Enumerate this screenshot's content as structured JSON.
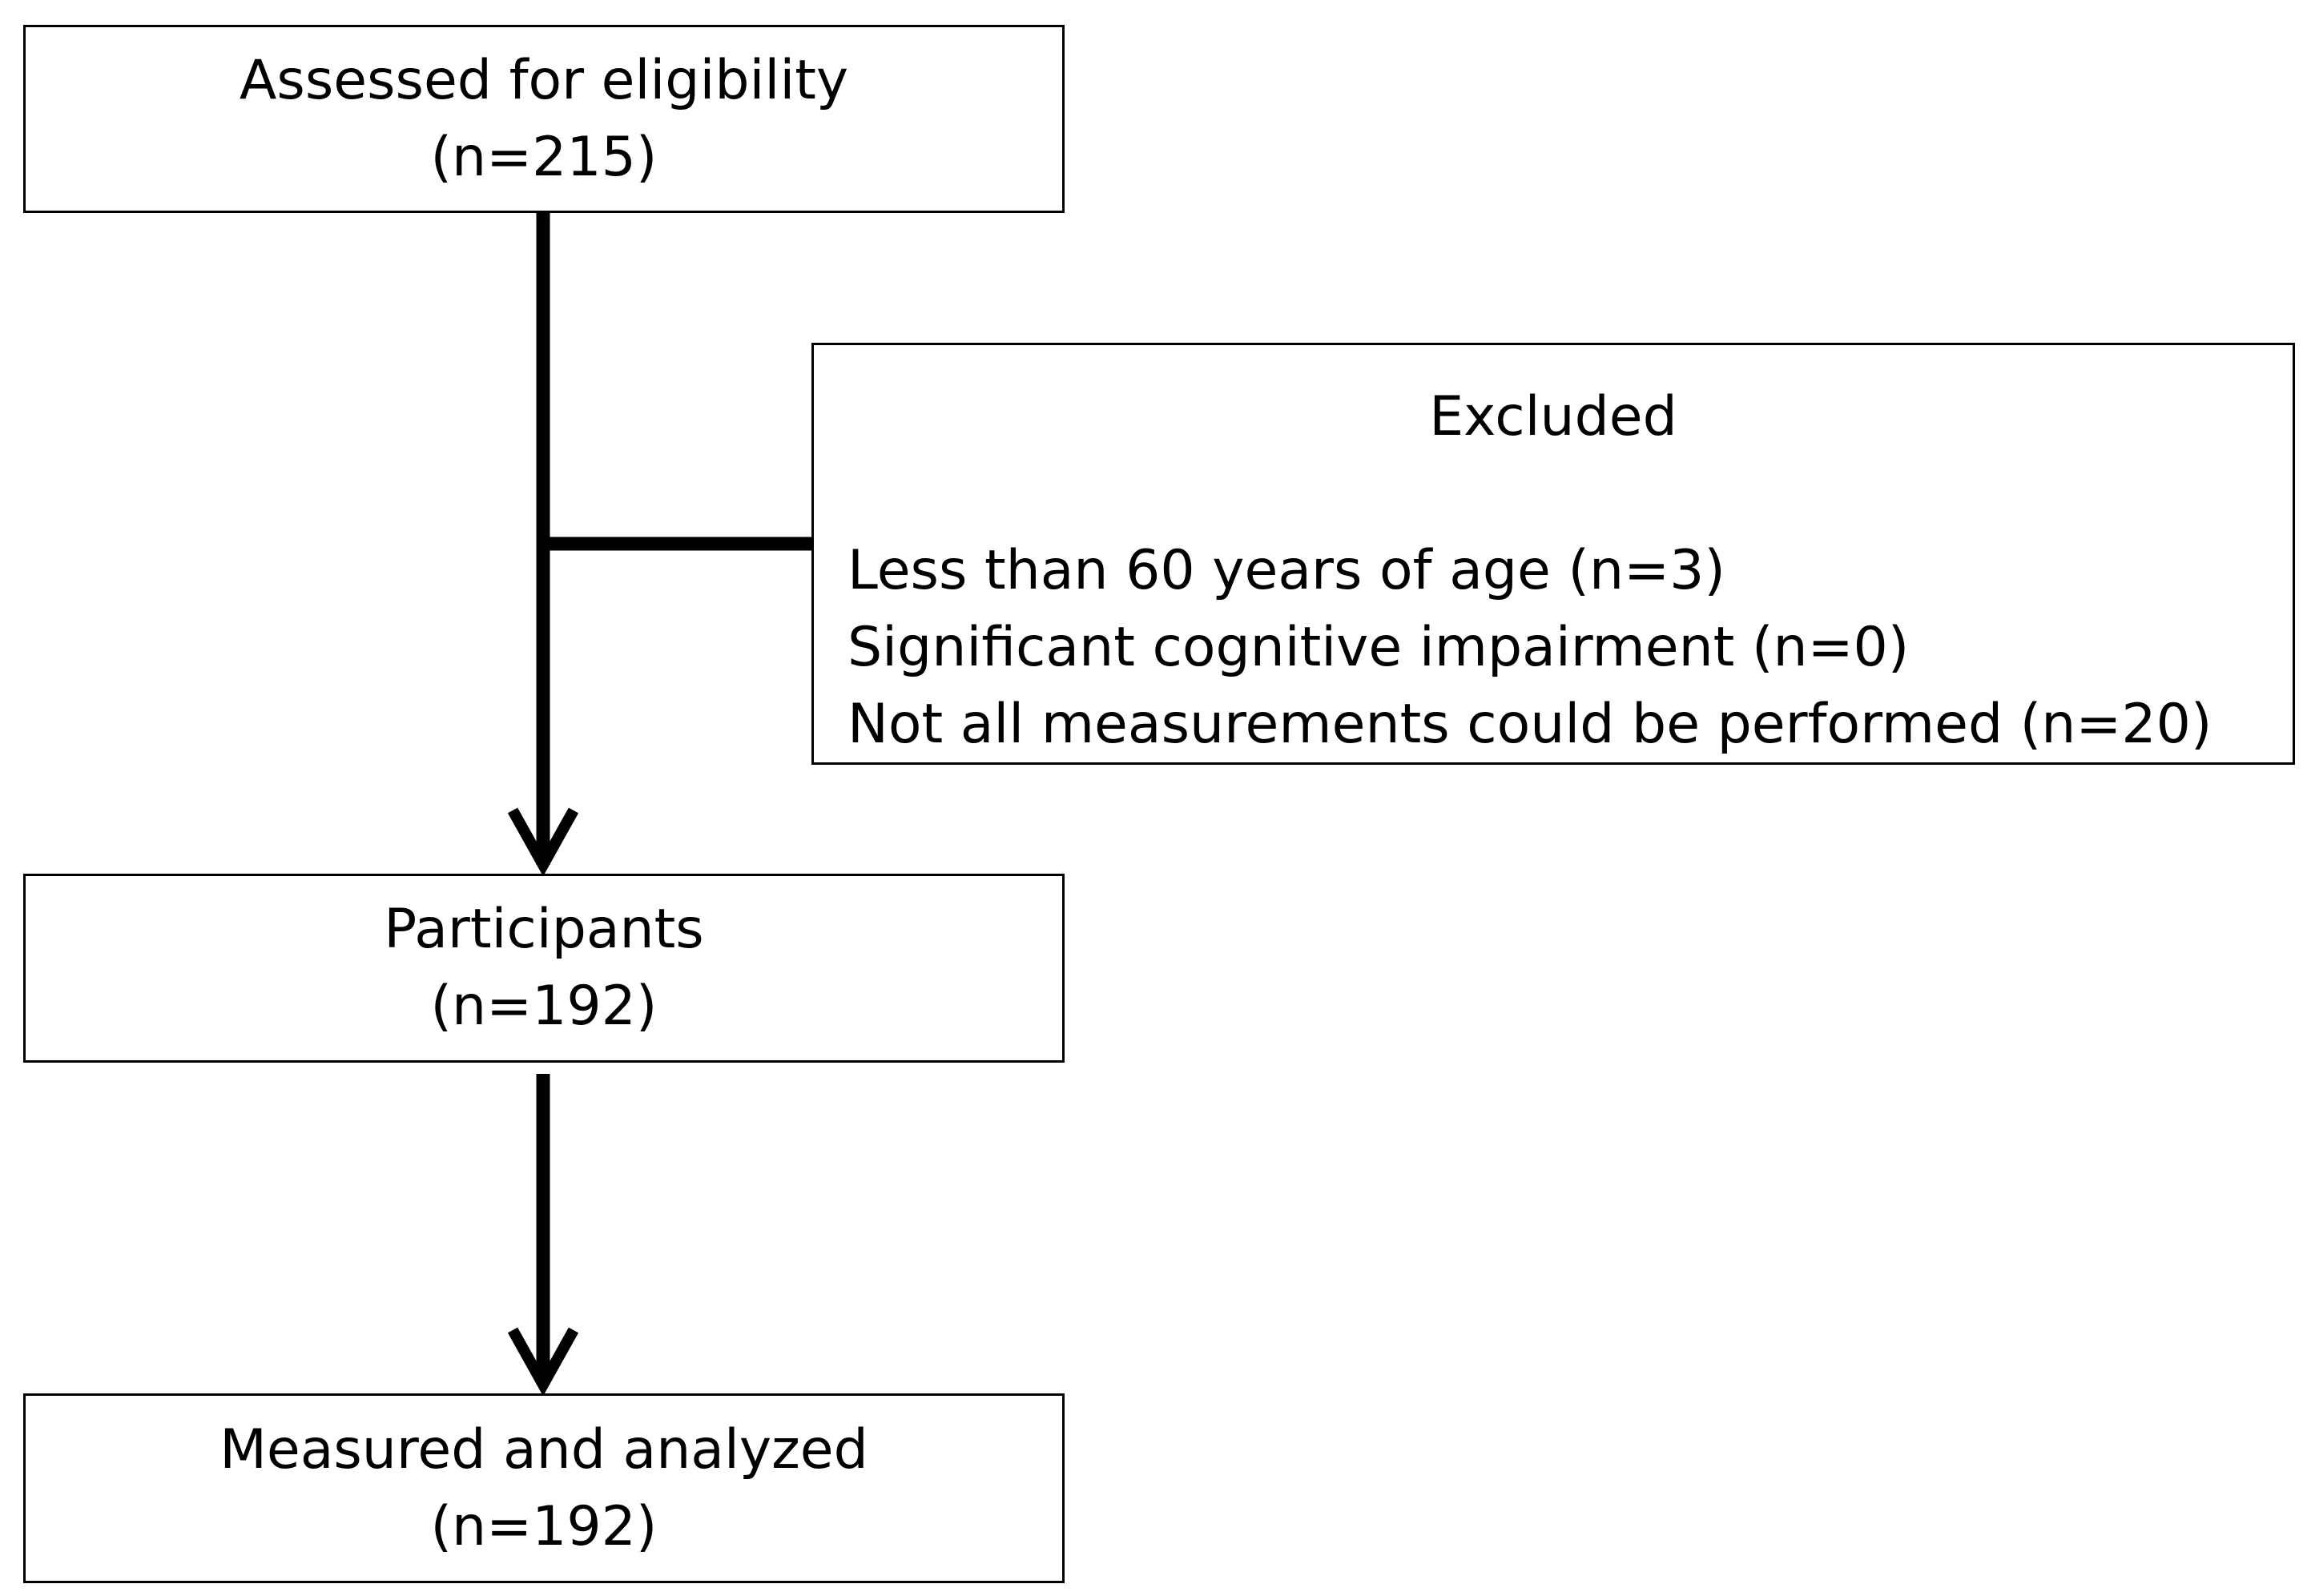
{
  "flow": {
    "assessed": {
      "title": "Assessed for eligibility",
      "count": "(n=215)"
    },
    "excluded": {
      "title": "Excluded",
      "reasons": [
        "Less than 60 years of age (n=3)",
        "Significant cognitive impairment (n=0)",
        "Not all measurements could be performed (n=20)"
      ]
    },
    "participants": {
      "title": "Participants",
      "count": "(n=192)"
    },
    "measured": {
      "title": "Measured and analyzed",
      "count": "(n=192)"
    }
  },
  "colors": {
    "line": "#000000",
    "box_border": "#000000",
    "background": "#ffffff"
  }
}
